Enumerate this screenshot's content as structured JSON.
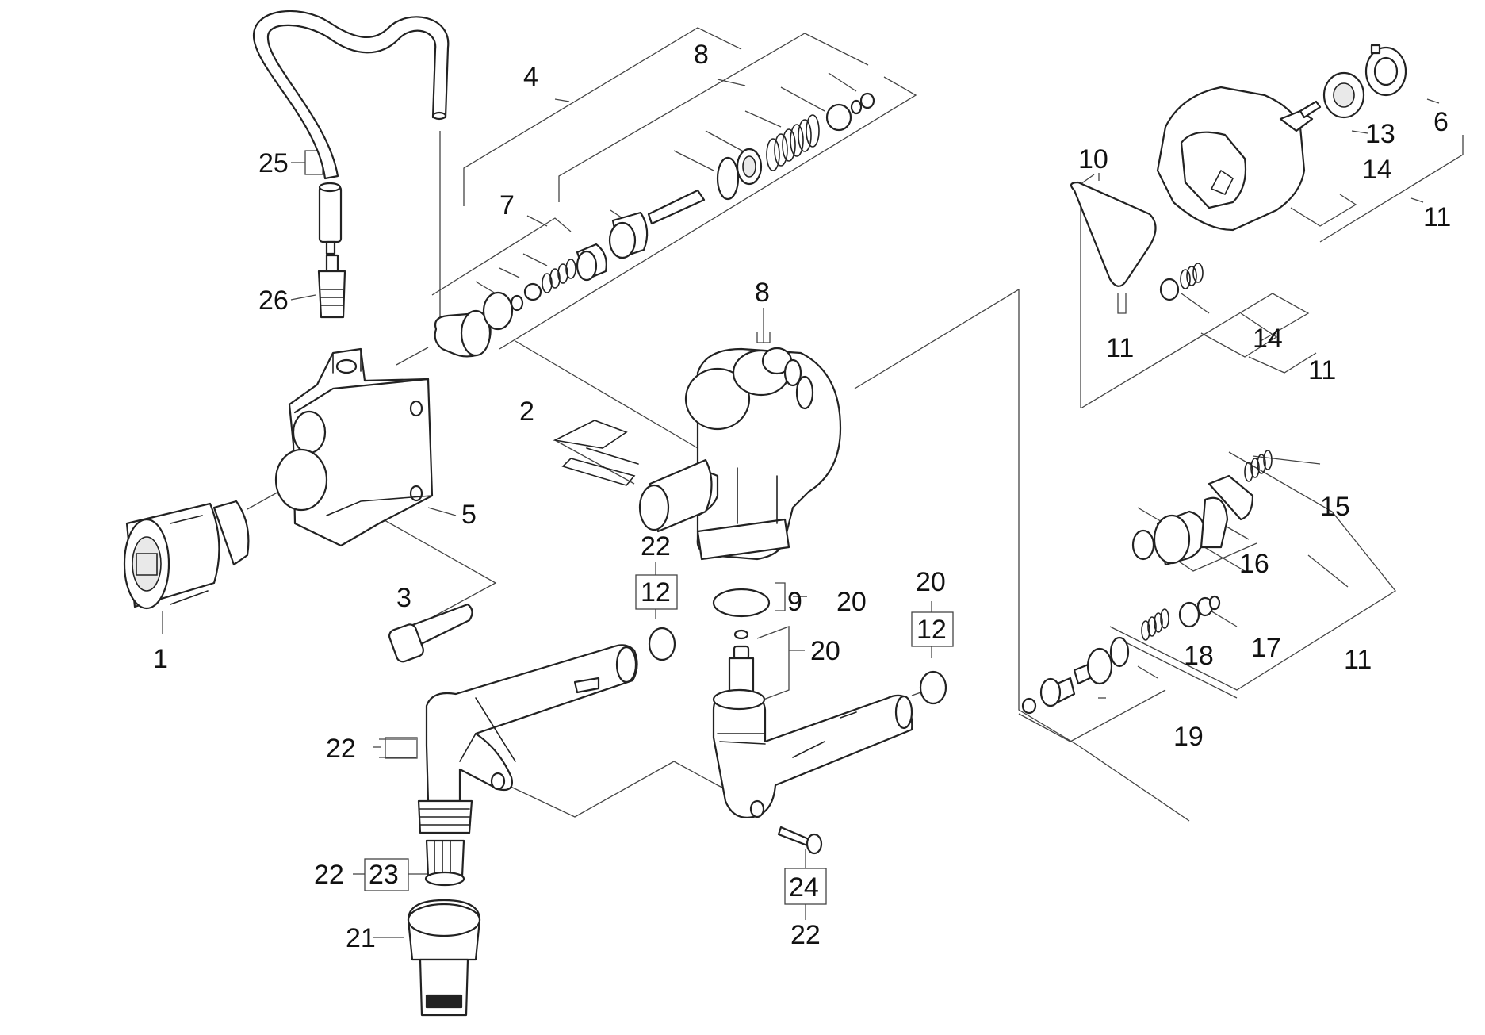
{
  "diagram": {
    "background": "#ffffff",
    "line_color": "#222222",
    "callouts": {
      "c1": "1",
      "c2": "2",
      "c3": "3",
      "c4": "4",
      "c5": "5",
      "c6": "6",
      "c7": "7",
      "c8a": "8",
      "c8b": "8",
      "c9": "9",
      "c10": "10",
      "c11a": "11",
      "c11b": "11",
      "c11c": "11",
      "c11d": "11",
      "c12a": "12",
      "c12b": "12",
      "c13": "13",
      "c14a": "14",
      "c14b": "14",
      "c15": "15",
      "c16": "16",
      "c17": "17",
      "c18": "18",
      "c19": "19",
      "c20a": "20",
      "c20b": "20",
      "c20c": "20",
      "c21": "21",
      "c22a": "22",
      "c22b": "22",
      "c22c": "22",
      "c22d": "22",
      "c23": "23",
      "c24": "24",
      "c25": "25",
      "c26": "26"
    }
  }
}
